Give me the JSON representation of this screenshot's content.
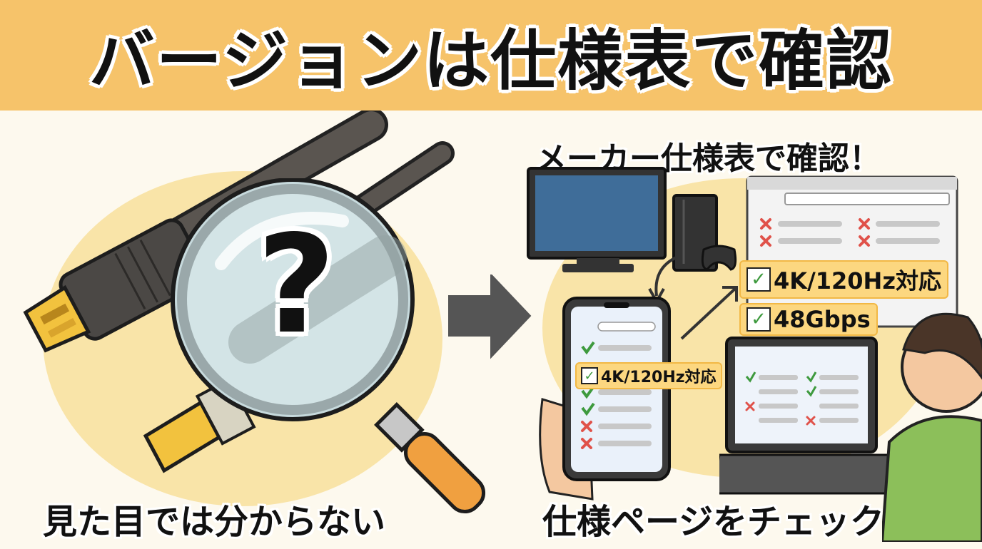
{
  "header": {
    "title": "バージョンは仕様表で確認"
  },
  "left": {
    "caption": "見た目では分からない",
    "question_mark": "?"
  },
  "right": {
    "subtitle": "メーカー仕様表で確認！",
    "caption": "仕様ページをチェック",
    "spec_tags": [
      "4K/120Hz対応",
      "48Gbps"
    ],
    "phone_tag": "4K/120Hz対応",
    "check_symbol": "✓"
  },
  "icons": [
    "hdmi-cable-icon",
    "magnifying-glass-icon",
    "arrow-right-icon",
    "tv-icon",
    "game-console-icon",
    "controller-icon",
    "browser-window-icon",
    "smartphone-icon",
    "laptop-icon",
    "person-icon",
    "check-icon",
    "cross-icon"
  ],
  "colors": {
    "banner": "#f6c36a",
    "blob": "#f9e4a8",
    "check": "#3e9a3e",
    "cross": "#e0524a",
    "tag": "#fcd780"
  }
}
